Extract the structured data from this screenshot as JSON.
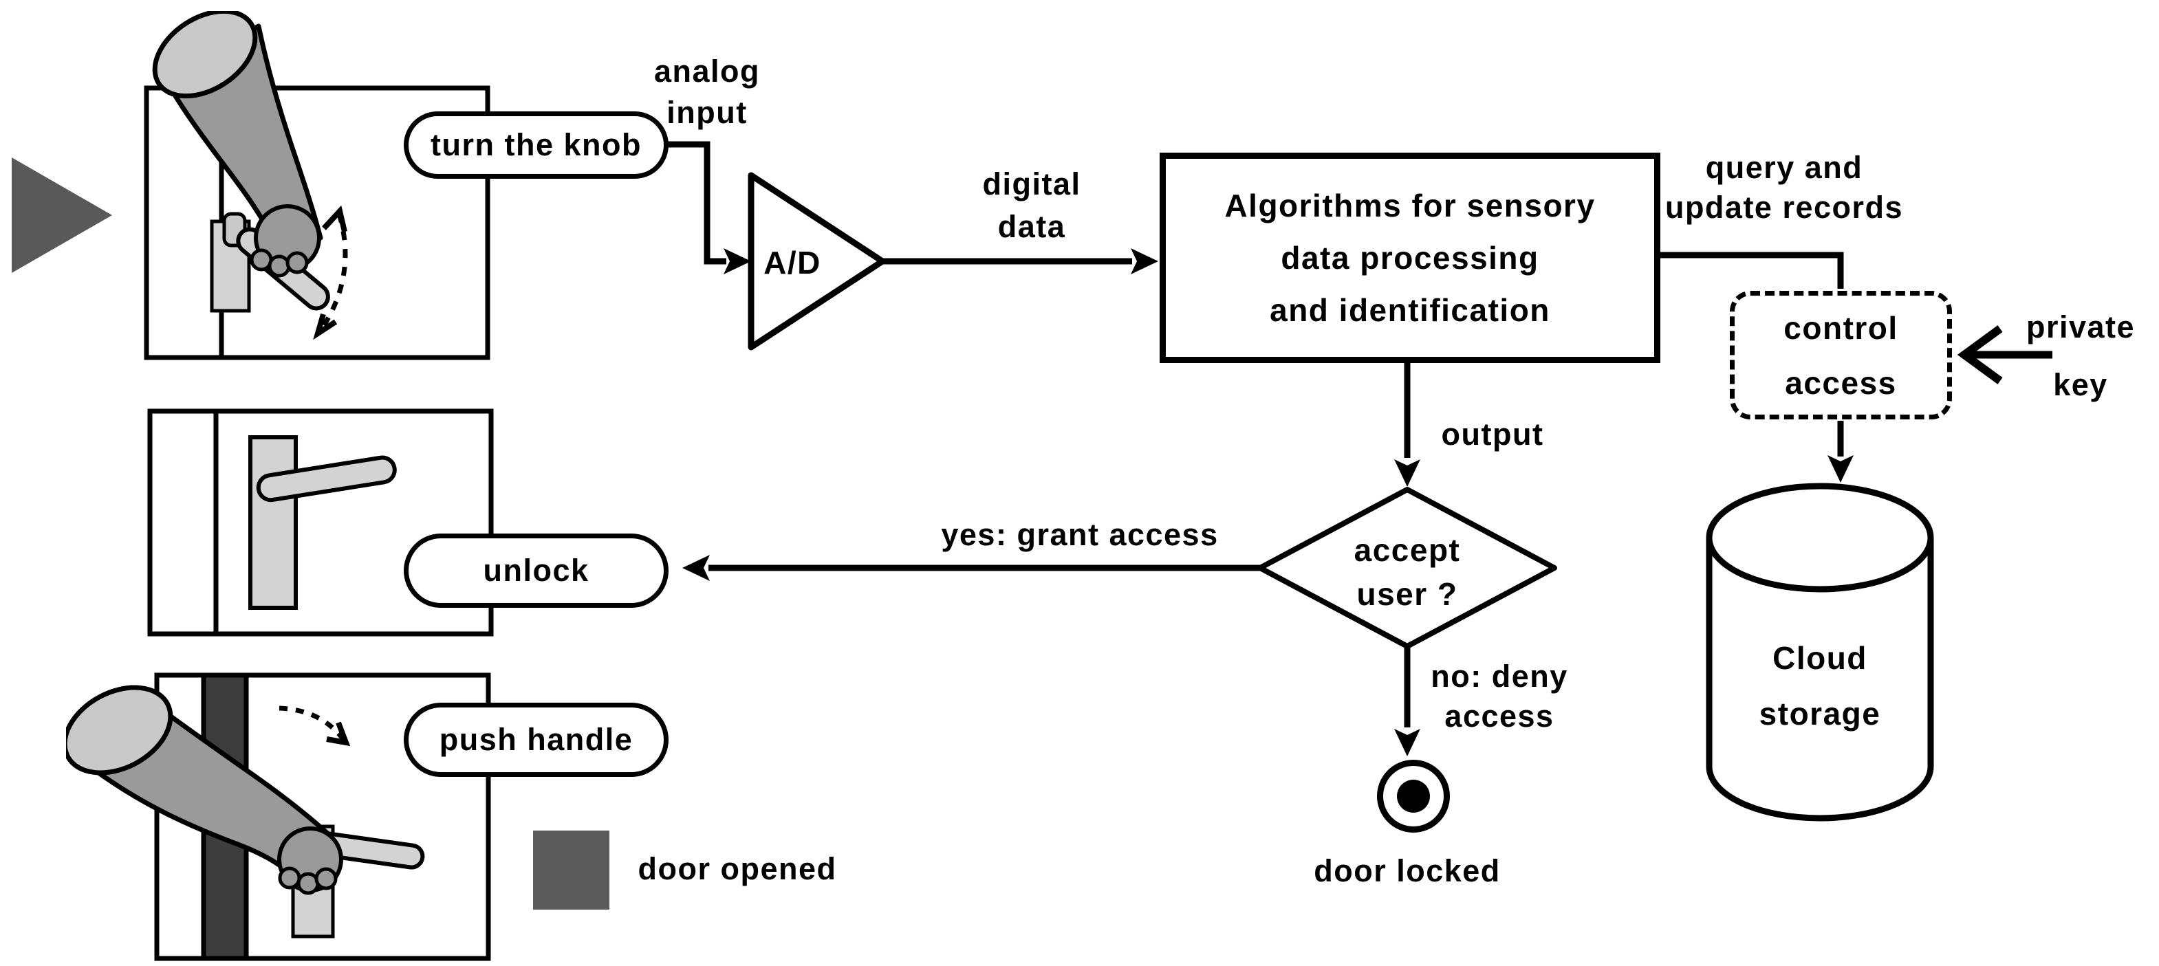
{
  "nodes": {
    "turn_the_knob": "turn the knob",
    "ad_converter": "A/D",
    "algorithms": [
      "Algorithms for sensory",
      "data processing",
      "and identification"
    ],
    "control_access": [
      "control",
      "access"
    ],
    "cloud_storage": [
      "Cloud",
      "storage"
    ],
    "accept_user": [
      "accept",
      "user ?"
    ],
    "unlock": "unlock",
    "push_handle": "push handle"
  },
  "labels": {
    "analog_input": [
      "analog",
      "input"
    ],
    "digital_data": [
      "digital",
      "data"
    ],
    "query_update": [
      "query and",
      "update records"
    ],
    "private_key": [
      "private",
      "key"
    ],
    "output": "output",
    "yes_grant": "yes: grant access",
    "no_deny": [
      "no: deny",
      "access"
    ],
    "door_locked": "door locked",
    "door_opened": "door opened"
  },
  "colors": {
    "ink": "#000000",
    "play_triangle": "#595959",
    "door_opened_swatch": "#5b5b5b",
    "arm_gray": "#9a9a9a",
    "sleeve_gray": "#c9c9c9",
    "handle_gray": "#d3d3d3",
    "door_gap_dark": "#3d3d3d"
  }
}
